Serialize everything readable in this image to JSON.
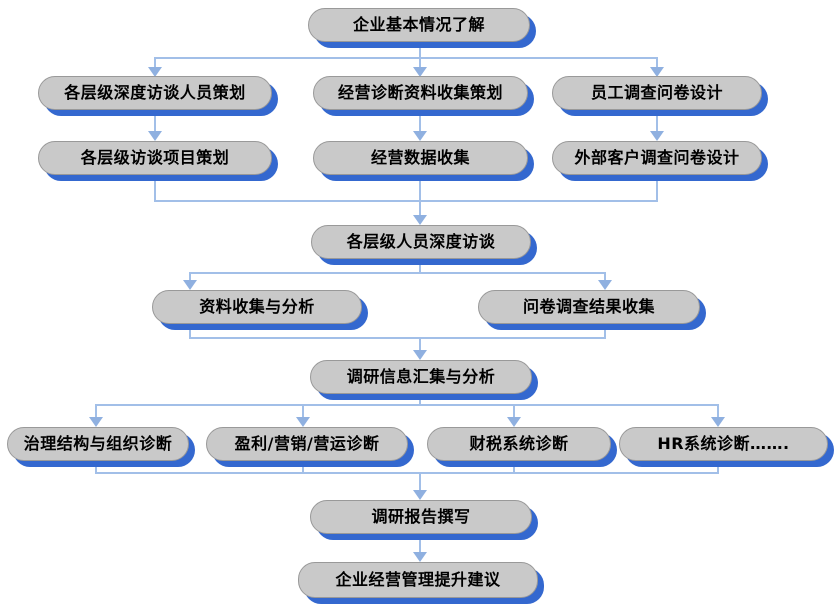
{
  "diagram": {
    "type": "flowchart",
    "colors": {
      "box_fill": "#c9c9c9",
      "box_border": "#999999",
      "box_shadow_blue": "#3468cf",
      "connector_line": "#a2bfe8",
      "arrow_head": "#8fb0e0",
      "text": "#000000",
      "background": "#ffffff"
    },
    "nodes": [
      {
        "id": "company-basics",
        "label": "企业基本情况了解",
        "level": 1
      },
      {
        "id": "interview-staff-planning",
        "label": "各层级深度访谈人员策划",
        "level": 2
      },
      {
        "id": "data-collection-planning",
        "label": "经营诊断资料收集策划",
        "level": 2
      },
      {
        "id": "employee-survey-design",
        "label": "员工调查问卷设计",
        "level": 2
      },
      {
        "id": "interview-project-planning",
        "label": "各层级访谈项目策划",
        "level": 3
      },
      {
        "id": "business-data-collection",
        "label": "经营数据收集",
        "level": 3
      },
      {
        "id": "external-customer-survey-design",
        "label": "外部客户调查问卷设计",
        "level": 3
      },
      {
        "id": "deep-interviews",
        "label": "各层级人员深度访谈",
        "level": 4
      },
      {
        "id": "data-collection-analysis",
        "label": "资料收集与分析",
        "level": 5
      },
      {
        "id": "survey-results-collection",
        "label": "问卷调查结果收集",
        "level": 5
      },
      {
        "id": "research-info-aggregation",
        "label": "调研信息汇集与分析",
        "level": 6
      },
      {
        "id": "governance-org-diagnosis",
        "label": "治理结构与组织诊断",
        "level": 7
      },
      {
        "id": "profit-marketing-ops-diagnosis",
        "label": "盈利/营销/营运诊断",
        "level": 7
      },
      {
        "id": "finance-tax-diagnosis",
        "label": "财税系统诊断",
        "level": 7
      },
      {
        "id": "hr-diagnosis",
        "label": "HR系统诊断…….",
        "level": 7
      },
      {
        "id": "research-report-writing",
        "label": "调研报告撰写",
        "level": 8
      },
      {
        "id": "improvement-suggestions",
        "label": "企业经营管理提升建议",
        "level": 9
      }
    ],
    "edges": [
      {
        "from": "company-basics",
        "to": [
          "interview-staff-planning",
          "data-collection-planning",
          "employee-survey-design"
        ]
      },
      {
        "from": "interview-staff-planning",
        "to": [
          "interview-project-planning"
        ]
      },
      {
        "from": "data-collection-planning",
        "to": [
          "business-data-collection"
        ]
      },
      {
        "from": "employee-survey-design",
        "to": [
          "external-customer-survey-design"
        ]
      },
      {
        "from": "interview-project-planning",
        "to": [
          "deep-interviews"
        ]
      },
      {
        "from": "business-data-collection",
        "to": [
          "deep-interviews"
        ]
      },
      {
        "from": "external-customer-survey-design",
        "to": [
          "deep-interviews"
        ]
      },
      {
        "from": "deep-interviews",
        "to": [
          "data-collection-analysis",
          "survey-results-collection"
        ]
      },
      {
        "from": "data-collection-analysis",
        "to": [
          "research-info-aggregation"
        ]
      },
      {
        "from": "survey-results-collection",
        "to": [
          "research-info-aggregation"
        ]
      },
      {
        "from": "research-info-aggregation",
        "to": [
          "governance-org-diagnosis",
          "profit-marketing-ops-diagnosis",
          "finance-tax-diagnosis",
          "hr-diagnosis"
        ]
      },
      {
        "from": "governance-org-diagnosis",
        "to": [
          "research-report-writing"
        ]
      },
      {
        "from": "profit-marketing-ops-diagnosis",
        "to": [
          "research-report-writing"
        ]
      },
      {
        "from": "finance-tax-diagnosis",
        "to": [
          "research-report-writing"
        ]
      },
      {
        "from": "hr-diagnosis",
        "to": [
          "research-report-writing"
        ]
      },
      {
        "from": "research-report-writing",
        "to": [
          "improvement-suggestions"
        ]
      }
    ]
  }
}
